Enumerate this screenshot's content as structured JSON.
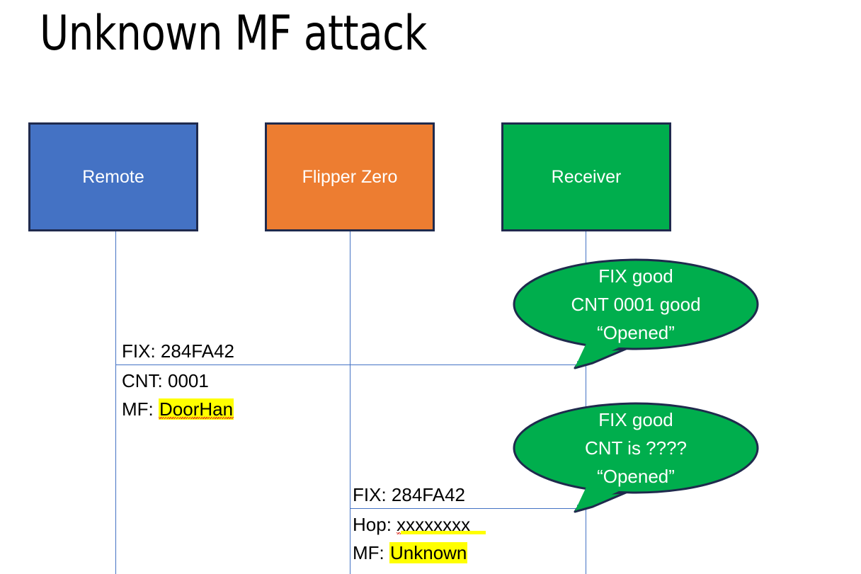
{
  "slide": {
    "title": "Unknown MF attack",
    "background_color": "#FFFFFF"
  },
  "colors": {
    "remote_fill": "#4472C4",
    "flipper_fill": "#ED7D31",
    "receiver_fill": "#00AE4D",
    "box_border": "#1F2A4D",
    "line": "#4472C4",
    "highlight": "#FFFF00",
    "spellcheck_underline": "#E03020",
    "bubble_fill": "#00AE4D",
    "bubble_border": "#1F2A4D",
    "text": "#000000",
    "box_label_text": "#FFFFFF"
  },
  "actors": [
    {
      "id": "remote",
      "label": "Remote",
      "fill": "#4472C4"
    },
    {
      "id": "flipper",
      "label": "Flipper Zero",
      "fill": "#ED7D31"
    },
    {
      "id": "receiver",
      "label": "Receiver",
      "fill": "#00AE4D"
    }
  ],
  "messages": [
    {
      "id": "msg-1",
      "from": "remote",
      "to": "receiver",
      "label_above": "FIX: 284FA42",
      "label_below_line1_prefix": "CNT: 0001",
      "label_below_line2_prefix": "MF: ",
      "label_below_line2_highlight": "DoorHan"
    },
    {
      "id": "msg-2",
      "from": "flipper",
      "to": "receiver",
      "label_above": "FIX: 284FA42",
      "label_below_line1_prefix": "Hop: ",
      "label_below_line1_squiggle": "xxxxxxxx",
      "label_below_line2_prefix": "MF: ",
      "label_below_line2_highlight": "Unknown"
    }
  ],
  "callouts": [
    {
      "id": "callout-1",
      "attached_to": "receiver",
      "line1": "FIX good",
      "line2": "CNT 0001 good",
      "line3": "“Opened”"
    },
    {
      "id": "callout-2",
      "attached_to": "receiver",
      "line1": "FIX good",
      "line2": "CNT is ????",
      "line3": "“Opened”"
    }
  ]
}
